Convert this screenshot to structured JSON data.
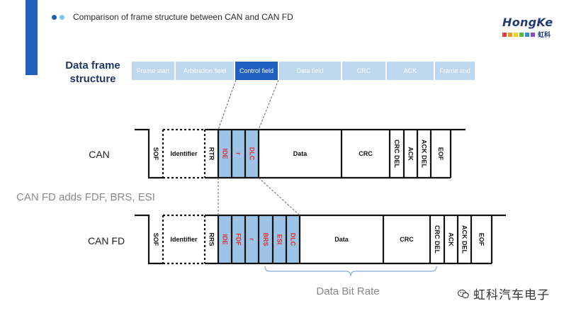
{
  "header": {
    "title": "Comparison of frame structure between CAN and CAN FD",
    "accent_color": "#1f5fbf",
    "dot_colors": [
      "#1f5fbf",
      "#7cc7f0"
    ]
  },
  "logo": {
    "name": "HongKe",
    "cn": "虹科",
    "squares": [
      "#e73c3e",
      "#f39a1e",
      "#f3d11e",
      "#55b947",
      "#2e8fd8",
      "#8b4fc2"
    ]
  },
  "data_frame": {
    "label_line1": "Data frame",
    "label_line2": "structure",
    "fields": [
      {
        "label": "Frame start",
        "active": false
      },
      {
        "label": "Arbitration field",
        "active": false
      },
      {
        "label": "Control field",
        "active": true
      },
      {
        "label": "Data field",
        "active": false
      },
      {
        "label": "CRC",
        "active": false
      },
      {
        "label": "ACK",
        "active": false
      },
      {
        "label": "Frame end",
        "active": false
      }
    ]
  },
  "can": {
    "label": "CAN",
    "fields": [
      {
        "label": "SOF",
        "vertical": true,
        "highlight": false
      },
      {
        "label": "Identifier",
        "vertical": false,
        "highlight": false
      },
      {
        "label": "RTR",
        "vertical": true,
        "highlight": false
      },
      {
        "label": "IDE",
        "vertical": true,
        "highlight": true
      },
      {
        "label": "r",
        "vertical": true,
        "highlight": true
      },
      {
        "label": "DLC",
        "vertical": true,
        "highlight": true
      },
      {
        "label": "Data",
        "vertical": false,
        "highlight": false
      },
      {
        "label": "CRC",
        "vertical": false,
        "highlight": false
      },
      {
        "label": "CRC DEL",
        "vertical": true,
        "highlight": false
      },
      {
        "label": "ACK",
        "vertical": true,
        "highlight": false
      },
      {
        "label": "ACK DEL",
        "vertical": true,
        "highlight": false
      },
      {
        "label": "EOF",
        "vertical": true,
        "highlight": false
      }
    ]
  },
  "canfd": {
    "label": "CAN FD",
    "fields": [
      {
        "label": "SOF",
        "vertical": true,
        "highlight": false
      },
      {
        "label": "Identifier",
        "vertical": false,
        "highlight": false
      },
      {
        "label": "RRS",
        "vertical": true,
        "highlight": false
      },
      {
        "label": "IDE",
        "vertical": true,
        "highlight": true
      },
      {
        "label": "FDF",
        "vertical": true,
        "highlight": true
      },
      {
        "label": "r",
        "vertical": true,
        "highlight": true
      },
      {
        "label": "BRS",
        "vertical": true,
        "highlight": true
      },
      {
        "label": "ESI",
        "vertical": true,
        "highlight": true
      },
      {
        "label": "DLC",
        "vertical": true,
        "highlight": true
      },
      {
        "label": "Data",
        "vertical": false,
        "highlight": false
      },
      {
        "label": "CRC",
        "vertical": false,
        "highlight": false
      },
      {
        "label": "CRC DEL",
        "vertical": true,
        "highlight": false
      },
      {
        "label": "ACK",
        "vertical": true,
        "highlight": false
      },
      {
        "label": "ACK DEL",
        "vertical": true,
        "highlight": false
      },
      {
        "label": "EOF",
        "vertical": true,
        "highlight": false
      }
    ]
  },
  "annotations": {
    "adds": "CAN FD adds FDF, BRS, ESI",
    "data_bit_rate": "Data Bit Rate"
  },
  "colors": {
    "highlight_fill": "#9dc3e6",
    "red_text": "#e03030",
    "line": "#111111",
    "dashed": "#666666"
  },
  "watermark": {
    "text": "虹科汽车电子",
    "icon": "wechat-icon"
  }
}
